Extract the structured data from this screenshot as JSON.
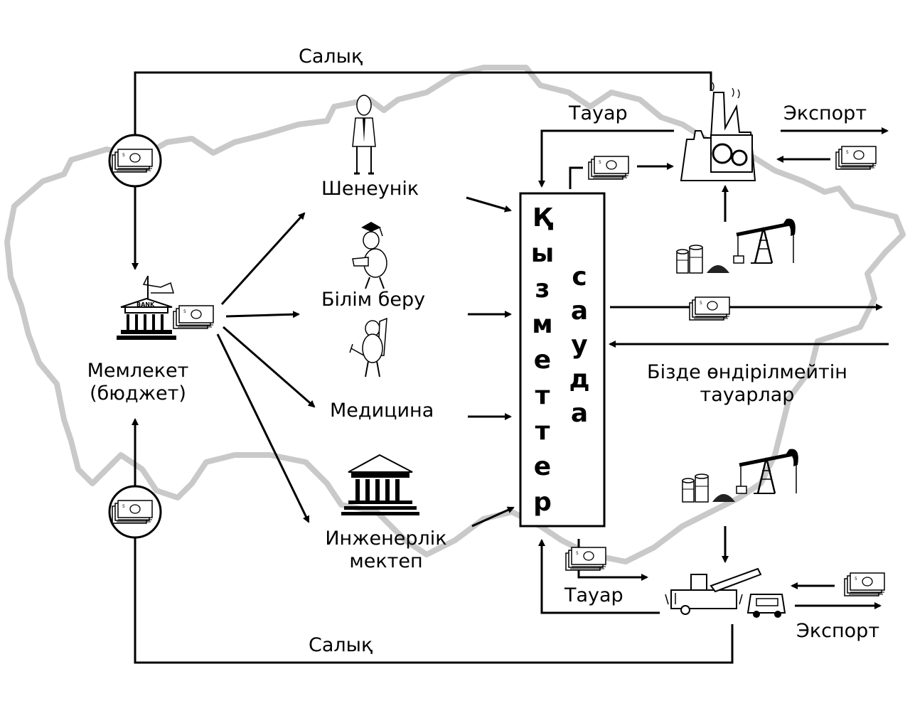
{
  "diagram": {
    "tax_top": "Салық",
    "tax_bottom": "Салық",
    "state": {
      "line1": "Мемлекет",
      "line2": "(бюджет)"
    },
    "sectors": [
      {
        "label": "Шенеунік"
      },
      {
        "label": "Білім беру"
      },
      {
        "label": "Медицина"
      },
      {
        "label": "Инженерлік",
        "label2": "мектеп"
      }
    ],
    "services_letters": [
      "Қ",
      "ы",
      "з",
      "м",
      "е",
      "т",
      "т",
      "е",
      "р"
    ],
    "trade_letters": [
      "с",
      "а",
      "у",
      "д",
      "а"
    ],
    "goods_top": "Тауар",
    "goods_bottom": "Тауар",
    "export_top": "Экспорт",
    "export_bottom": "Экспорт",
    "imports": {
      "line1": "Бізде өндірілмейтін",
      "line2": "тауарлар"
    },
    "bank_sign": "BANK",
    "icons": [
      "money-stack-icon",
      "bank-building-icon",
      "official-person-icon",
      "graduate-student-icon",
      "doctor-icon",
      "classical-building-icon",
      "factory-icon",
      "oil-pump-icon",
      "oil-barrels-icon",
      "coal-pile-icon",
      "harvester-icon",
      "truck-icon"
    ]
  }
}
